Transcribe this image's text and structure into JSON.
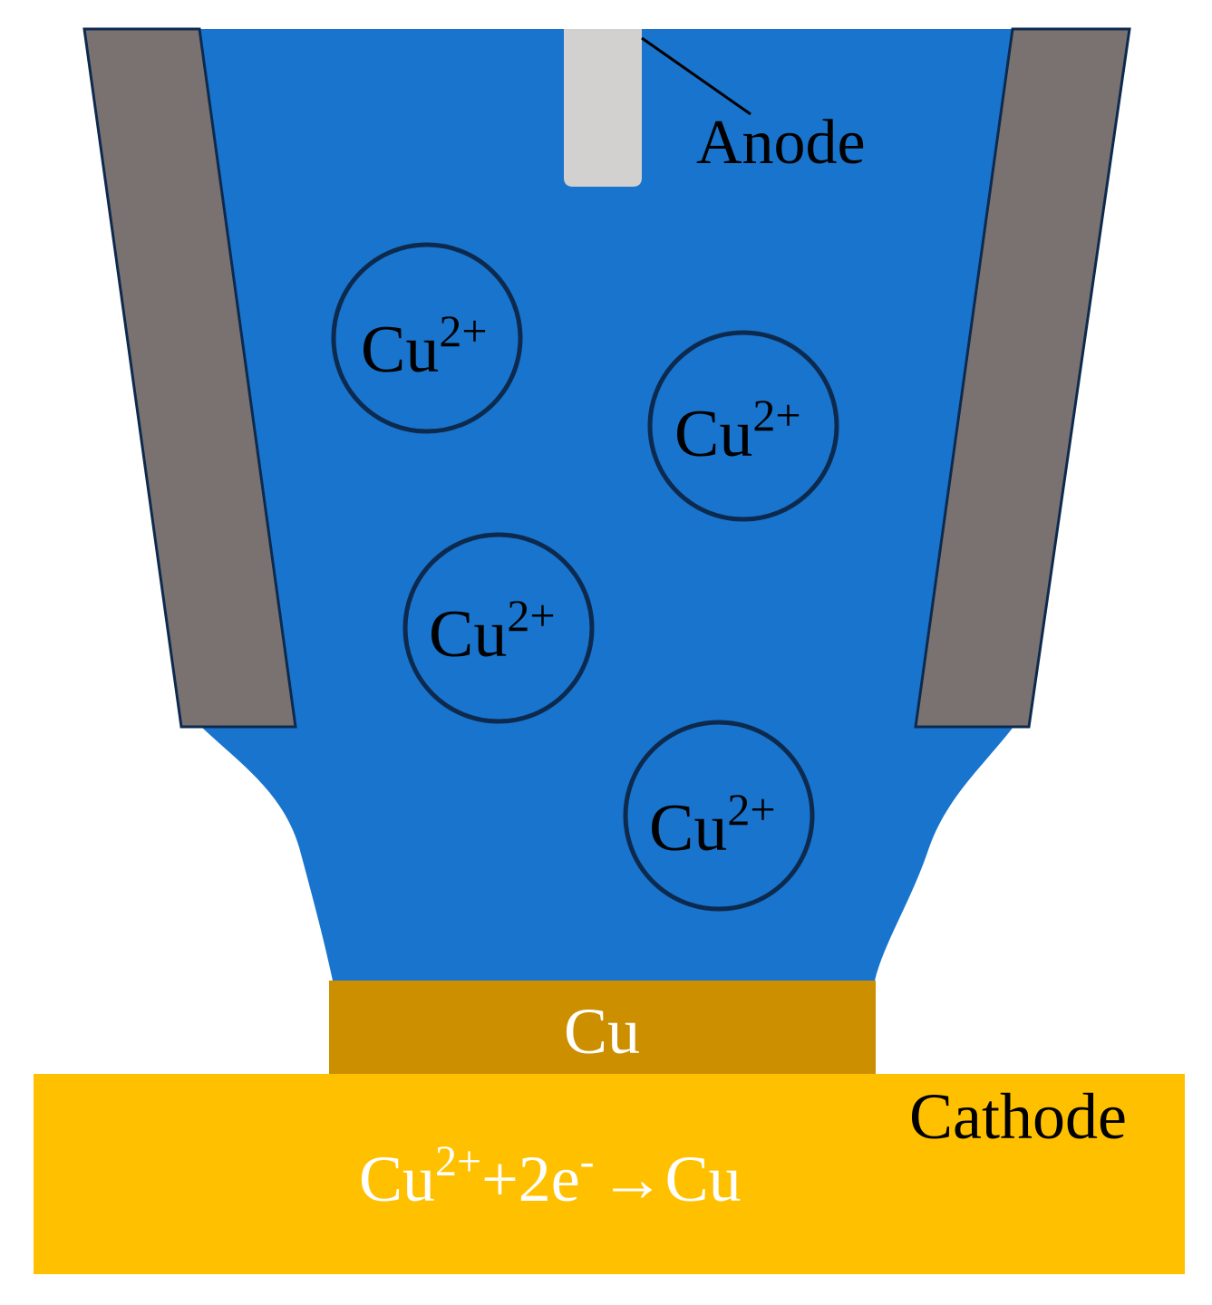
{
  "labels": {
    "anode": "Anode",
    "cathode": "Cathode",
    "deposit": "Cu",
    "reaction": {
      "ion_base": "Cu",
      "ion_charge": "2+",
      "plus_two_e": "+2e",
      "electron_charge": "-",
      "arrow": "→",
      "product": "Cu"
    }
  },
  "ions": [
    {
      "base": "Cu",
      "charge": "2+"
    },
    {
      "base": "Cu",
      "charge": "2+"
    },
    {
      "base": "Cu",
      "charge": "2+"
    },
    {
      "base": "Cu",
      "charge": "2+"
    }
  ],
  "colors": {
    "electrolyte": "#1874CD",
    "nozzle_wall": "#7A7270",
    "anode": "#D3D0D0",
    "deposit": "#CC8F00",
    "cathode": "#FFC000",
    "outline": "#0D2A4E",
    "text_dark": "#000000",
    "text_light": "#FFFFFF"
  }
}
